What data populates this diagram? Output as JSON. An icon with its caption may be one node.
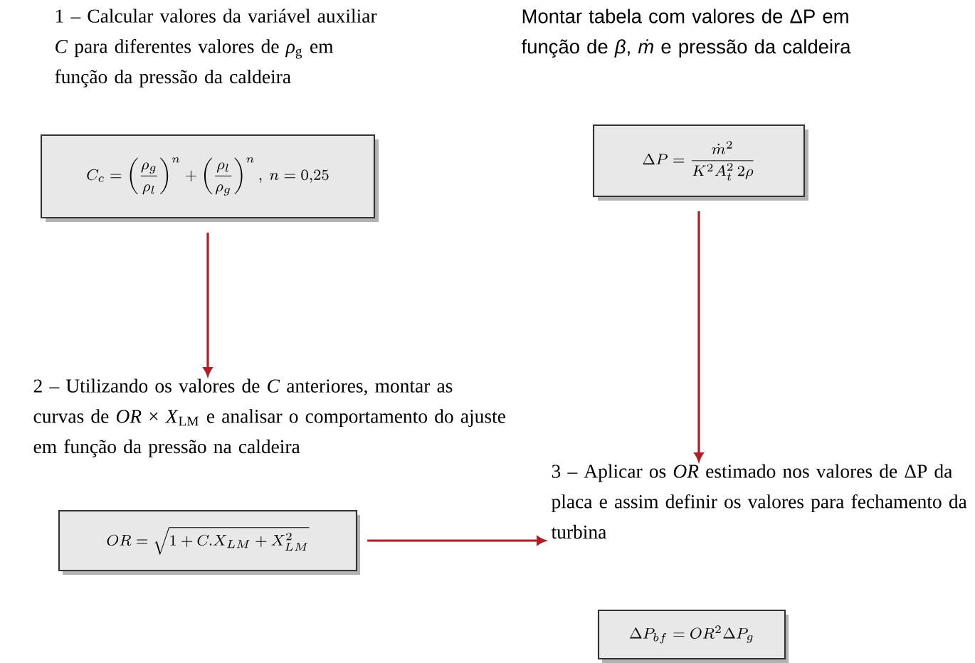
{
  "diagram": {
    "nodes": [
      {
        "text": [
          "1 – Calcular valores da variável auxiliar *C* para diferentes valores de *ρ*$_{g}$ em função da pressão da caldeira",
          "C_c=\\left(\\frac{\\rho_g}{\\rho_l}\\right)^n+\\left(\\frac{\\rho_l}{\\rho_g}\\right)^n,\\ n=0{,}25"
        ]
      },
      {
        "text": [
          "Montar tabela com valores de ΔP em função de *β*, *ṁ* e pressão da caldeira",
          "\\Delta P=\\frac{\\dot{m}^2}{K^2A_t^2\\,2\\rho}"
        ]
      },
      {
        "text": [
          "2 – Utilizando os valores de *C* anteriores, montar as curvas de *OR* × *X*$_{LM}$ e analisar o comportamento do ajuste em função da pressão na caldeira",
          "OR=\\sqrt{1+C.X_{LM}+X_{LM}^2}"
        ]
      },
      {
        "text": [
          "3 – Aplicar os *OR* estimado nos valores de ΔP da placa e assim definir os valores para fechamento da turbina",
          "\\Delta P_{bf}=OR^2\\Delta P_g"
        ]
      }
    ],
    "edges": [
      {
        "from": 0,
        "to": 2,
        "arrow": "to"
      },
      {
        "from": 1,
        "to": 3,
        "arrow": "to"
      },
      {
        "from": 2,
        "to": 3,
        "arrow": "to"
      }
    ]
  }
}
